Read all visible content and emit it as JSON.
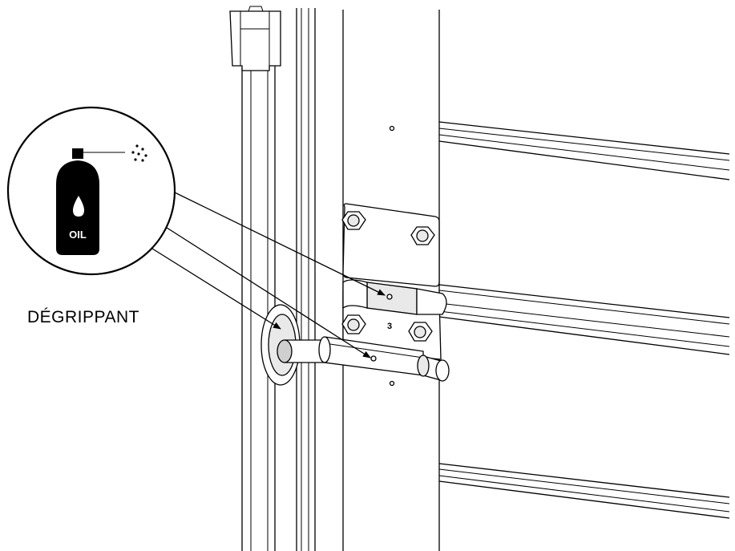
{
  "caption": "DÉGRIPPANT",
  "can_label": "OIL",
  "hinge_number": "3"
}
